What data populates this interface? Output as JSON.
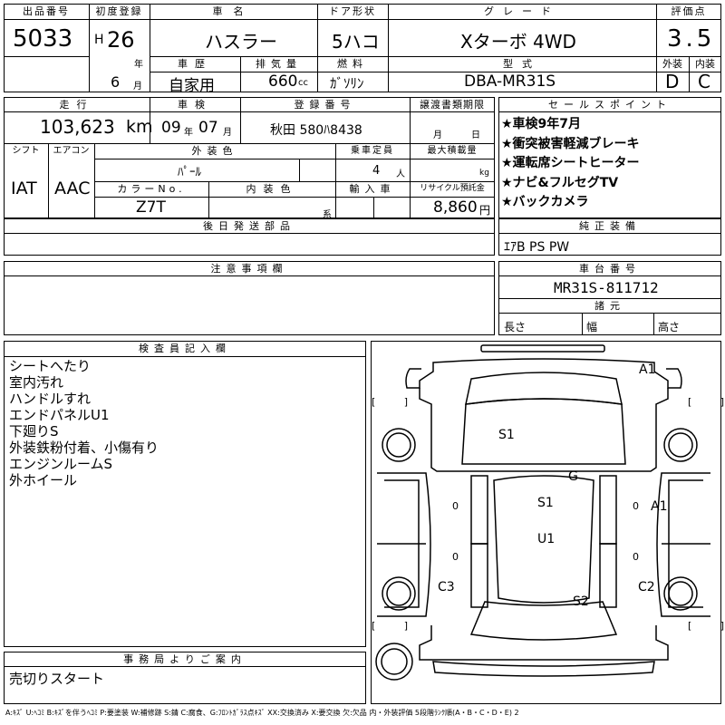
{
  "header": {
    "lot_label": "出品番号",
    "lot_number": "5033",
    "first_reg_label": "初度登録",
    "era": "H",
    "year": "26",
    "year_unit": "年",
    "month": "6",
    "month_unit": "月",
    "car_name_label": "車名",
    "car_name": "ハスラー",
    "door_label": "ドア形状",
    "door": "5ハコ",
    "grade_label": "グレード",
    "grade": "Xターボ 4WD",
    "score_label": "評価点",
    "score": "3.5",
    "exterior_label": "外装",
    "exterior": "D",
    "interior_label": "内装",
    "interior": "C",
    "history_label": "車歴",
    "history": "自家用",
    "displacement_label": "排気量",
    "displacement": "660",
    "displacement_unit": "cc",
    "fuel_label": "燃料",
    "fuel": "ｶﾞｿﾘﾝ",
    "model_label": "型式",
    "model": "DBA-MR31S"
  },
  "details": {
    "mileage_label": "走行",
    "mileage": "103,623",
    "mileage_unit": "km",
    "inspection_label": "車検",
    "inspection_year": "09",
    "inspection_year_unit": "年",
    "inspection_month": "07",
    "inspection_month_unit": "月",
    "plate_label": "登録番号",
    "plate": "秋田 580ﾊ8438",
    "transfer_label": "譲渡書類期限",
    "transfer_month": "月",
    "transfer_day": "日",
    "shift_label": "シフト",
    "shift": "IAT",
    "ac_label": "エアコン",
    "ac": "AAC",
    "color_label": "外装色",
    "color": "ﾊﾟｰﾙ",
    "capacity_label": "乗車定員",
    "capacity": "4",
    "capacity_unit": "人",
    "load_label": "最大積載量",
    "load_unit": "kg",
    "color_no_label": "カラーNo.",
    "color_no": "Z7T",
    "interior_color_label": "内装色",
    "interior_color_unit": "系",
    "import_label": "輸入車",
    "recycle_label": "リサイクル預託金",
    "recycle": "8,860",
    "recycle_unit": "円",
    "later_parts_label": "後日発送部品"
  },
  "sales_points": {
    "label": "セールスポイント",
    "items": [
      "★車検9年7月",
      "★衝突被害軽減ブレーキ",
      "★運転席シートヒーター",
      "★ナビ&フルセグTV",
      "★バックカメラ"
    ]
  },
  "equipment": {
    "label": "純正装備",
    "value": "ｴｱB PS PW"
  },
  "caution": {
    "label": "注意事項欄"
  },
  "chassis": {
    "label": "車台番号",
    "value": "MR31S-811712"
  },
  "specs": {
    "label": "諸元",
    "length": "長さ",
    "width": "幅",
    "height": "高さ"
  },
  "inspector": {
    "label": "検査員記入欄",
    "notes": [
      "シートへたり",
      "室内汚れ",
      "ハンドルすれ",
      "エンドパネルU1",
      "下廻りS",
      "外装鉄粉付着、小傷有り",
      "エンジンルームS",
      "外ホイール"
    ]
  },
  "office": {
    "label": "事務局よりご案内",
    "note": "売切りスタート"
  },
  "diagram": {
    "marks": {
      "a1_top": "A1",
      "s1_top": "S1",
      "g": "G",
      "s1_mid": "S1",
      "a1_side": "A1",
      "u1": "U1",
      "c3": "C3",
      "c2": "C2",
      "s2": "S2"
    },
    "bracket": "[ ]",
    "zero": "0"
  },
  "legend": "A:ｷｽﾞ U:ﾍｺﾐ B:ｷｽﾞを伴うﾍｺﾐ P:要塗装 W:補修跡 S:錆 C:腐食、G:ﾌﾛﾝﾄｶﾞﾗｽ点ｷｽﾞ XX:交換済み X:要交換 欠:欠品 内・外装評価 5段階ﾗﾝｸ順(A・B・C・D・E) 2"
}
